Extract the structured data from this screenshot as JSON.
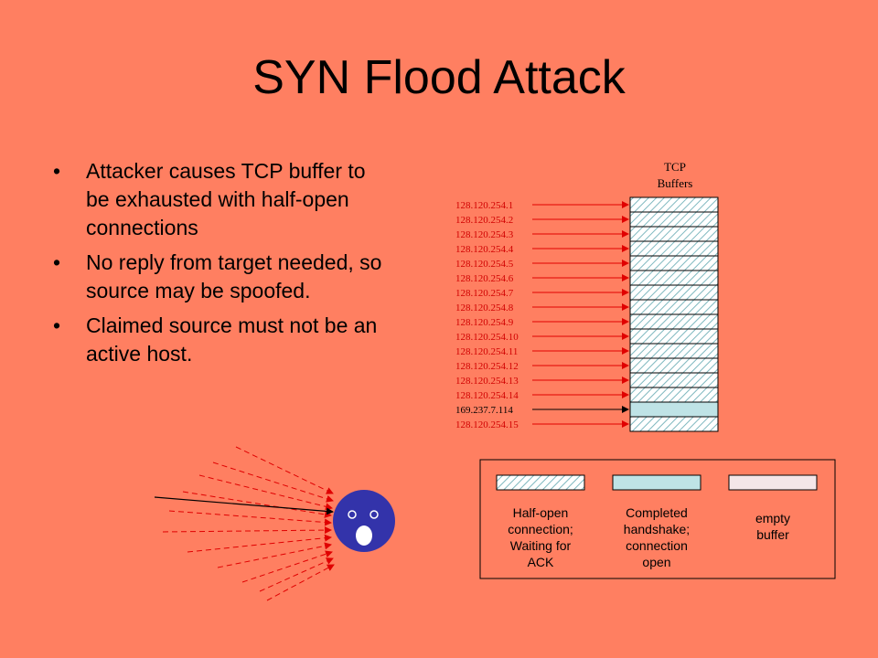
{
  "title": "SYN Flood Attack",
  "bullets": [
    "Attacker causes TCP buffer to be exhausted with half-open connections",
    "No reply from target needed, so source may be spoofed.",
    "Claimed source must not be an active host."
  ],
  "buffer_label": [
    "TCP",
    "Buffers"
  ],
  "connections": [
    {
      "ip": "128.120.254.1",
      "state": "half-open"
    },
    {
      "ip": "128.120.254.2",
      "state": "half-open"
    },
    {
      "ip": "128.120.254.3",
      "state": "half-open"
    },
    {
      "ip": "128.120.254.4",
      "state": "half-open"
    },
    {
      "ip": "128.120.254.5",
      "state": "half-open"
    },
    {
      "ip": "128.120.254.6",
      "state": "half-open"
    },
    {
      "ip": "128.120.254.7",
      "state": "half-open"
    },
    {
      "ip": "128.120.254.8",
      "state": "half-open"
    },
    {
      "ip": "128.120.254.9",
      "state": "half-open"
    },
    {
      "ip": "128.120.254.10",
      "state": "half-open"
    },
    {
      "ip": "128.120.254.11",
      "state": "half-open"
    },
    {
      "ip": "128.120.254.12",
      "state": "half-open"
    },
    {
      "ip": "128.120.254.13",
      "state": "half-open"
    },
    {
      "ip": "128.120.254.14",
      "state": "half-open"
    },
    {
      "ip": "169.237.7.114",
      "state": "completed"
    },
    {
      "ip": "128.120.254.15",
      "state": "half-open"
    }
  ],
  "legend": [
    {
      "key": "half-open",
      "lines": [
        "Half-open",
        "connection;",
        "Waiting for",
        "ACK"
      ]
    },
    {
      "key": "completed",
      "lines": [
        "Completed",
        "handshake;",
        "connection",
        "open"
      ]
    },
    {
      "key": "empty",
      "lines": [
        "empty",
        "buffer"
      ]
    }
  ],
  "colors": {
    "background": "#FF7F61",
    "spoofed_arrow": "#E00000",
    "real_arrow": "#000000",
    "half_open_fill": "#FFFFFF",
    "half_open_hatch": "#7FB8BF",
    "completed_fill": "#BFE3E6",
    "empty_fill": "#F4E6E8",
    "face": "#3333AA"
  }
}
